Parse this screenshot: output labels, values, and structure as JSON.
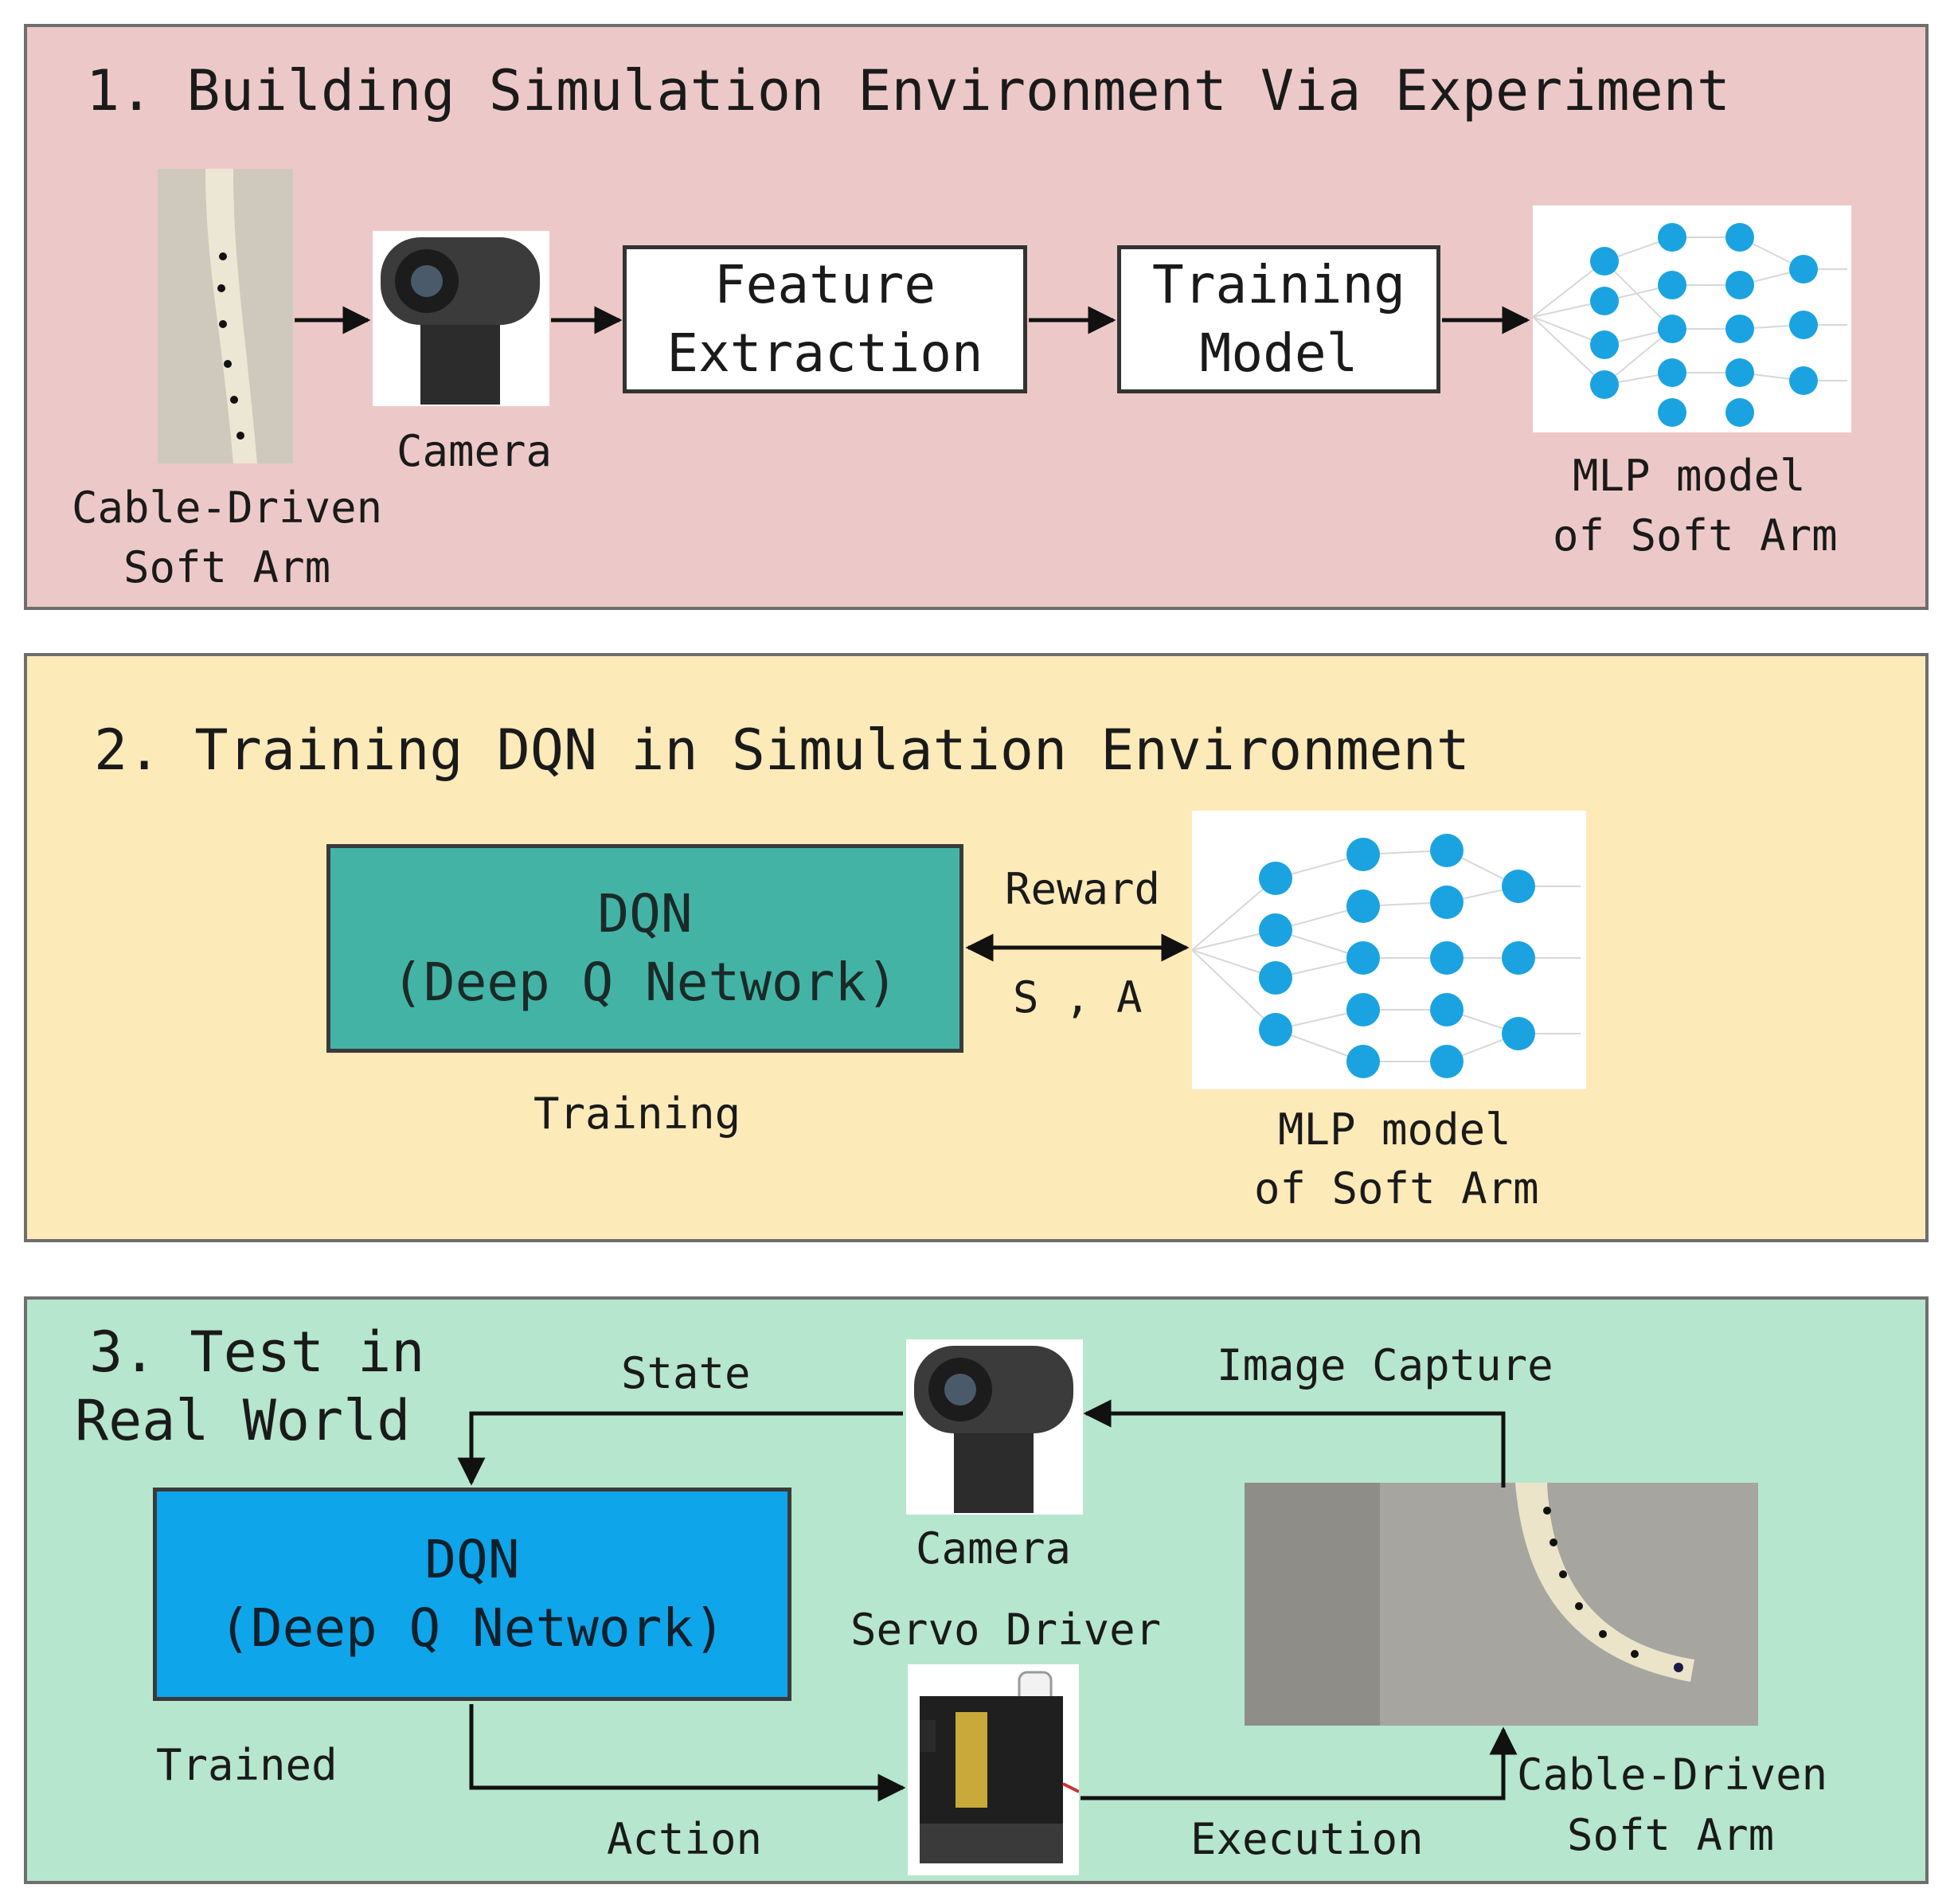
{
  "colors": {
    "panel1_bg": "#ecc9c8",
    "panel2_bg": "#fdeab9",
    "panel3_bg": "#b6e6cd",
    "dqn_train_bg": "#43b3a5",
    "dqn_test_bg": "#0ea5eb",
    "mlp_node": "#1aa3e0",
    "arrow": "#111111"
  },
  "panel1": {
    "title": "1. Building Simulation Environment Via Experiment",
    "arm_label": [
      "Cable-Driven",
      "Soft Arm"
    ],
    "camera_label": "Camera",
    "feature_box": [
      "Feature",
      "Extraction"
    ],
    "training_box": [
      "Training",
      "Model"
    ],
    "mlp_label": [
      "MLP model",
      "of Soft Arm"
    ],
    "icons": [
      "soft-arm-photo-icon",
      "webcam-icon",
      "mlp-network-icon"
    ]
  },
  "panel2": {
    "title": "2. Training DQN in Simulation Environment",
    "dqn_box": [
      "DQN",
      "(Deep Q Network)"
    ],
    "dqn_caption": "Training",
    "reward_label": "Reward",
    "sa_label": "S , A",
    "mlp_label": [
      "MLP model",
      "of Soft Arm"
    ]
  },
  "panel3": {
    "title": [
      "3. Test in",
      "Real World"
    ],
    "state_label": "State",
    "image_capture_label": "Image Capture",
    "camera_label": "Camera",
    "servo_label": "Servo Driver",
    "dqn_box": [
      "DQN",
      "(Deep Q Network)"
    ],
    "dqn_caption": "Trained",
    "action_label": "Action",
    "execution_label": "Execution",
    "arm_label": [
      "Cable-Driven",
      "Soft Arm"
    ],
    "icons": [
      "webcam-icon",
      "servo-motor-icon",
      "soft-arm-photo-icon"
    ]
  }
}
